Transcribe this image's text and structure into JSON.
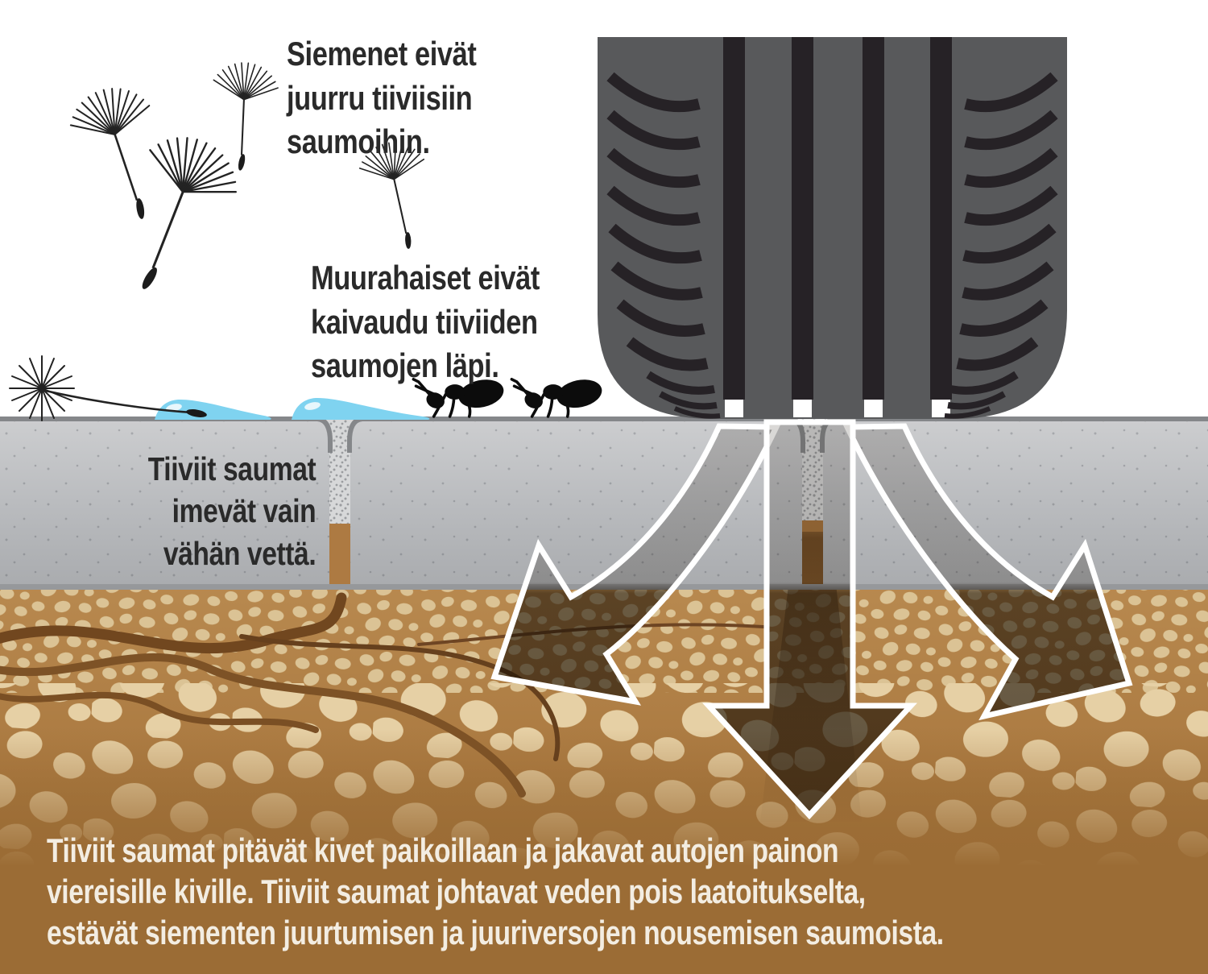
{
  "annotations": {
    "seeds_note": "Siemenet eivät\njuurru tiiviisiin\nsaumoihin.",
    "ants_note": "Muurahaiset eivät\nkaivaudu tiiviiden\nsaumojen läpi.",
    "water_note": "Tiiviit saumat\nimevät vain\nvähän vettä.",
    "caption": "Tiiviit saumat pitävät kivet paikoillaan ja jakavat autojen painon\nviereisille kiville. Tiiviit saumat johtavat veden pois laatoitukselta,\nestävät siementen juurtumisen ja juuriversojen nousemisen saumoista."
  },
  "elements": {
    "tire": "car-tire-pressing-on-pavers",
    "arrows": "weight-distribution-arrows",
    "ants": "two-ants-on-pavement",
    "seeds": "floating-dandelion-seeds",
    "water": "water-puddles-on-tight-joint",
    "roots": "roots-blocked-under-pavers"
  },
  "colors": {
    "background": "#ffffff",
    "tire_body": "#58595b",
    "tire_groove": "#262226",
    "stone_light": "#cdced0",
    "stone_dark": "#a9abae",
    "joint_sand": "#d7d8d9",
    "soil_top": "#b8894f",
    "soil_bottom": "#9b6c35",
    "pebble_small": "#dbc395",
    "pebble_large": "#e6d0a5",
    "root_brown": "#71471f",
    "water_blue": "#7fd3f0",
    "arrow_outline": "#ffffff",
    "text_dark": "#2a2a2a",
    "text_light": "#f3ede2"
  }
}
